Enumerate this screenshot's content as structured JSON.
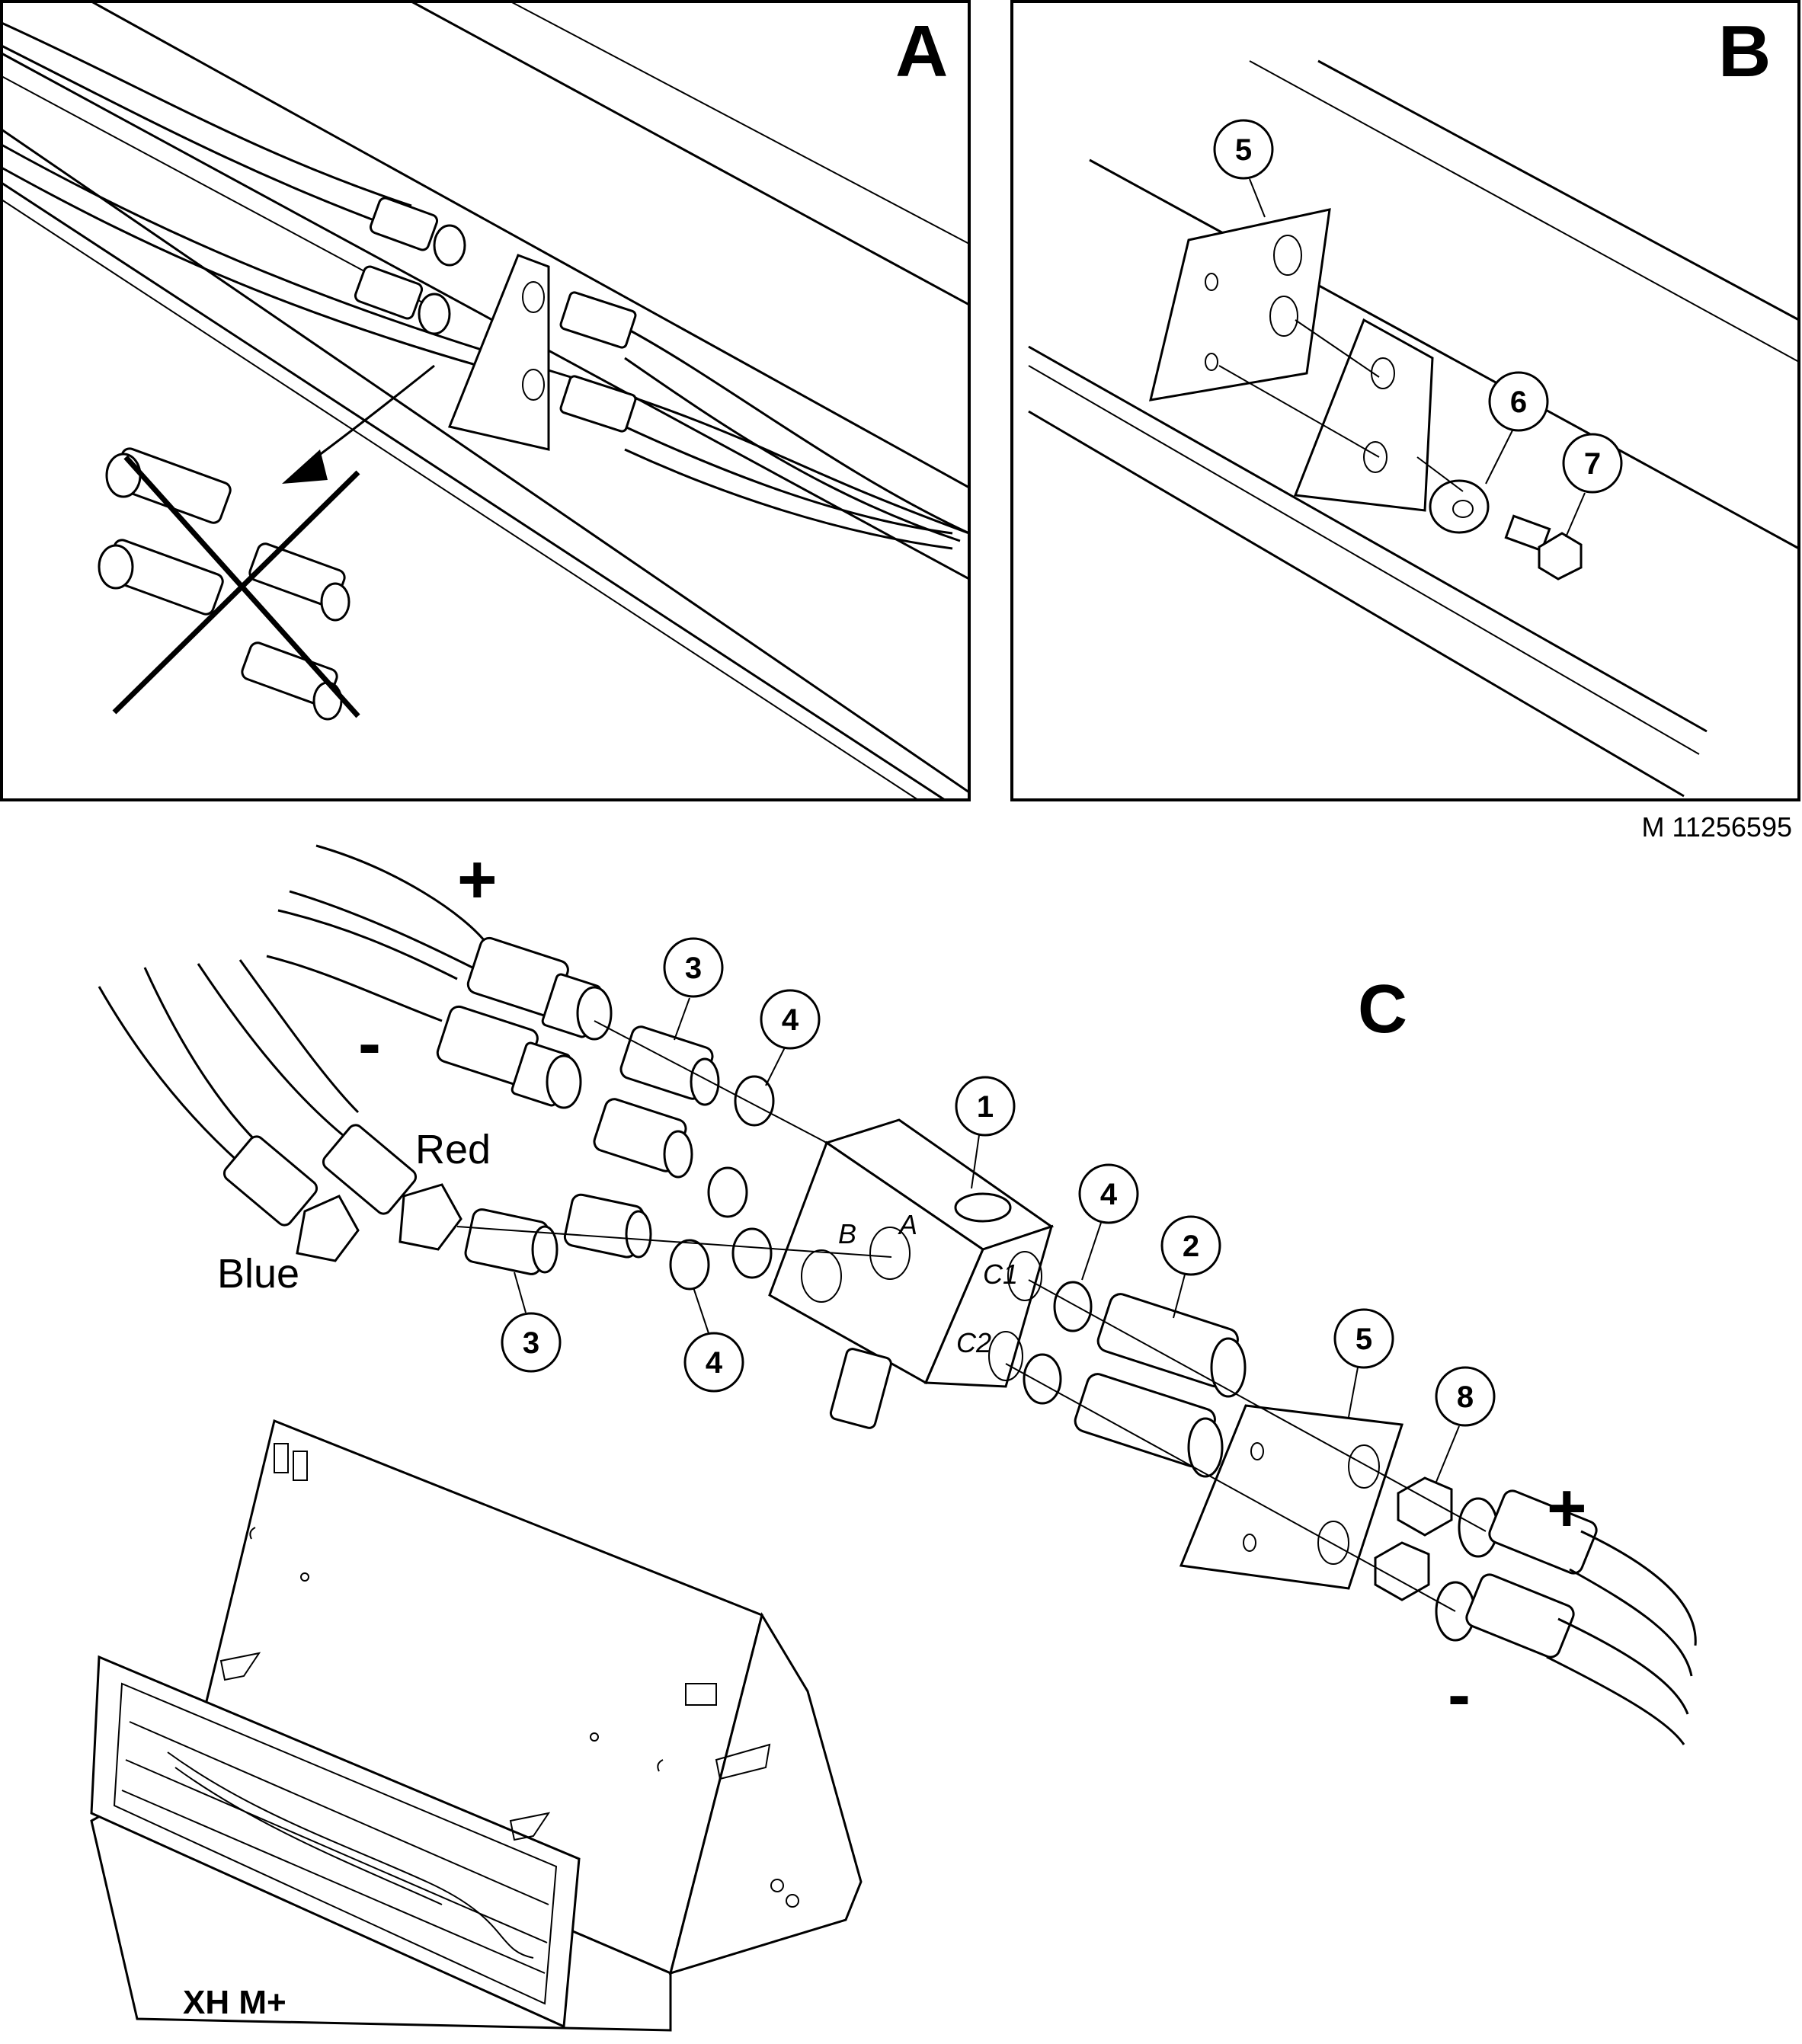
{
  "panels": {
    "a": {
      "letter": "A"
    },
    "b": {
      "letter": "B"
    },
    "c": {
      "letter": "C"
    }
  },
  "reference": "M 11256595",
  "model": "XH M+",
  "hose_labels": {
    "red": "Red",
    "blue": "Blue"
  },
  "signs": {
    "plus": "+",
    "minus": "-"
  },
  "valve_ports": {
    "a": "A",
    "b": "B",
    "c1": "C1",
    "c2": "C2"
  },
  "callouts": {
    "b5": "5",
    "b6": "6",
    "b7": "7",
    "c1": "1",
    "c2": "2",
    "c3_top": "3",
    "c3_bottom": "3",
    "c4_top": "4",
    "c4_bottom": "4",
    "c4_right": "4",
    "c5": "5",
    "c8": "8"
  }
}
